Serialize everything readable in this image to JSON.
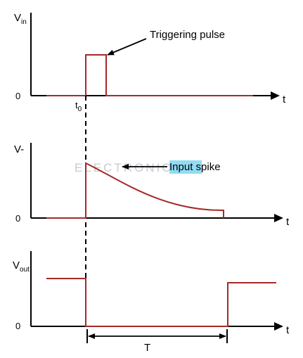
{
  "colors": {
    "signal": "#a52a2a",
    "axis": "#000000",
    "highlight": "#7fd6f2",
    "watermark": "#c6cbd1"
  },
  "panels": {
    "vin": {
      "label_main": "V",
      "label_sub": "in",
      "zero_label": "0",
      "time_label": "t",
      "t0_main": "t",
      "t0_sub": "0"
    },
    "vc": {
      "label_main": "V-",
      "zero_label": "0",
      "time_label": "t"
    },
    "vout": {
      "label_main": "V",
      "label_sub": "out",
      "zero_label": "0",
      "time_label": "t"
    }
  },
  "annotations": {
    "triggering_pulse": "Triggering pulse",
    "input_spike": "Input spike",
    "period": "T"
  },
  "watermark": {
    "text": "ELECTRONICS",
    "icon": "watermark-logo"
  }
}
